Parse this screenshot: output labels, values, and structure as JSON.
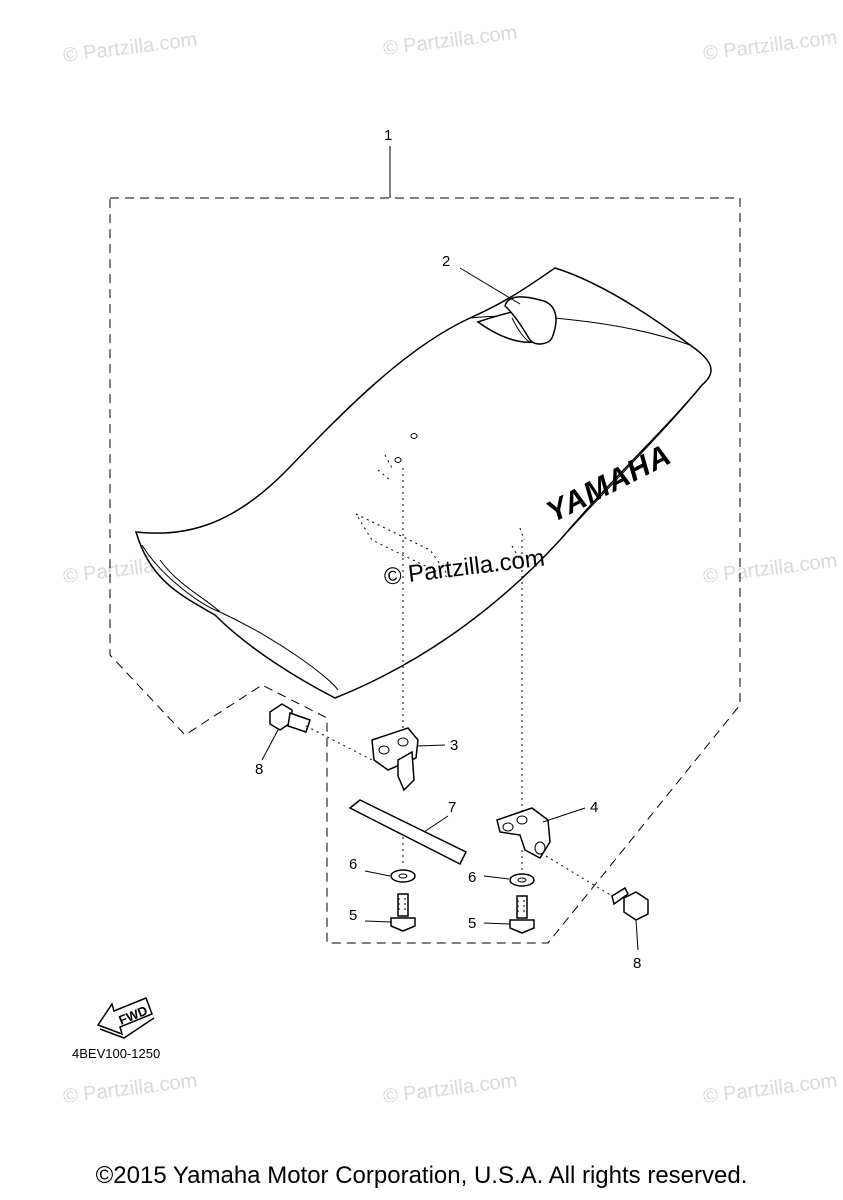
{
  "watermarks": {
    "text": "© Partzilla.com",
    "center_text": "© Partzilla.com"
  },
  "seat": {
    "brand_text": "YAMAHA"
  },
  "callouts": {
    "c1": "1",
    "c2": "2",
    "c3": "3",
    "c4": "4",
    "c5a": "5",
    "c5b": "5",
    "c6a": "6",
    "c6b": "6",
    "c7": "7",
    "c8a": "8",
    "c8b": "8"
  },
  "fwd_indicator": {
    "label": "FWD"
  },
  "reference_code": "4BEV100-1250",
  "footer": {
    "copyright": "©2015 Yamaha Motor Corporation, U.S.A. All rights reserved."
  }
}
